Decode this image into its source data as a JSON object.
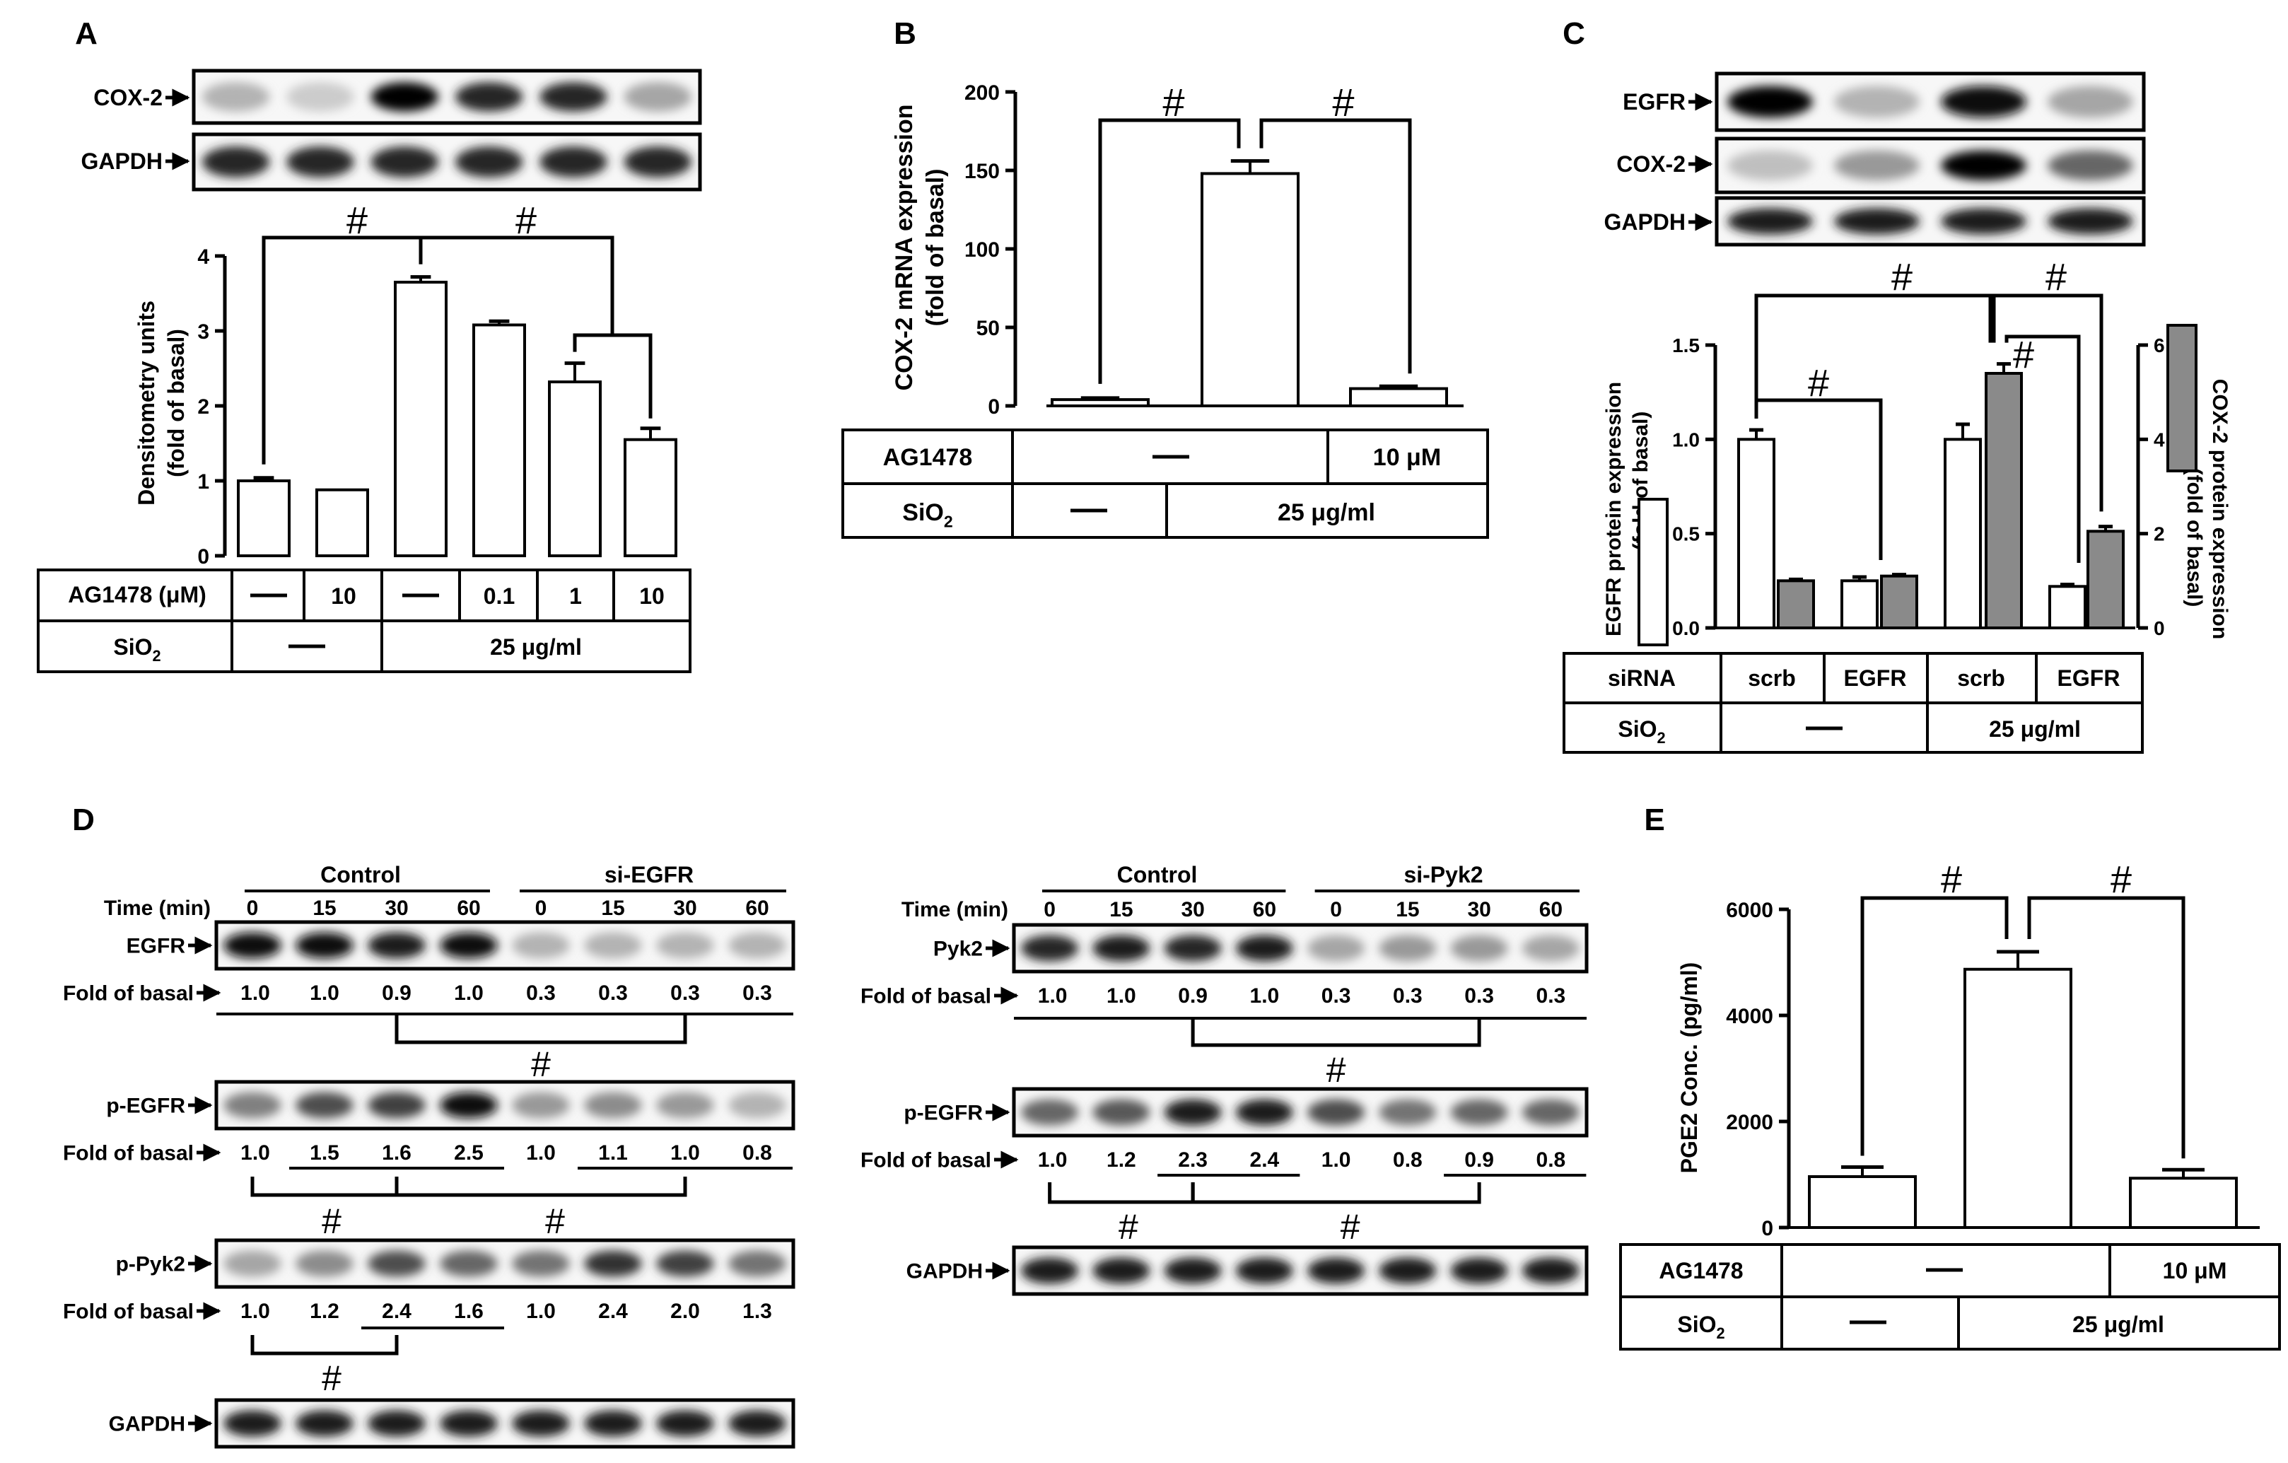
{
  "panels": {
    "A": {
      "label": "A",
      "blot_labels": [
        "COX-2",
        "GAPDH"
      ],
      "cox2_bands": [
        0.3,
        0.2,
        1.0,
        0.85,
        0.85,
        0.35
      ],
      "gapdh_bands": [
        0.85,
        0.85,
        0.85,
        0.85,
        0.85,
        0.85
      ],
      "table": {
        "row1_label": "AG1478 (μM)",
        "row1_values": [
          "—",
          "10",
          "—",
          "0.1",
          "1",
          "10"
        ],
        "row2_label": "SiO2",
        "row2_values": [
          "—",
          "25 μg/ml"
        ]
      },
      "sig": [
        "#",
        "#"
      ]
    },
    "B": {
      "label": "B",
      "table": {
        "row1_label": "AG1478",
        "row1_values": [
          "—",
          "10 μM"
        ],
        "row2_label": "SiO2",
        "row2_values": [
          "—",
          "25 μg/ml"
        ]
      },
      "sig": [
        "#",
        "#"
      ]
    },
    "C": {
      "label": "C",
      "blot_labels": [
        "EGFR",
        "COX-2",
        "GAPDH"
      ],
      "egfr_bands": [
        1.0,
        0.3,
        0.95,
        0.35
      ],
      "cox2_bands": [
        0.25,
        0.4,
        1.0,
        0.6
      ],
      "gapdh_bands": [
        0.9,
        0.9,
        0.9,
        0.9
      ],
      "table": {
        "row1_label": "siRNA",
        "row1_values": [
          "scrb",
          "EGFR",
          "scrb",
          "EGFR"
        ],
        "row2_label": "SiO2",
        "row2_values": [
          "—",
          "25 μg/ml"
        ]
      },
      "sig": [
        "#",
        "#",
        "#"
      ]
    },
    "D": {
      "label": "D",
      "left": {
        "groups": [
          "Control",
          "si-EGFR"
        ],
        "time_label": "Time (min)",
        "times": [
          "0",
          "15",
          "30",
          "60",
          "0",
          "15",
          "30",
          "60"
        ],
        "blots": [
          {
            "label": "EGFR",
            "bands": [
              0.95,
              0.95,
              0.9,
              0.95,
              0.3,
              0.3,
              0.3,
              0.3
            ],
            "fold_label": "Fold of basal",
            "fold": [
              "1.0",
              "1.0",
              "0.9",
              "1.0",
              "0.3",
              "0.3",
              "0.3",
              "0.3"
            ]
          },
          {
            "label": "p-EGFR",
            "bands": [
              0.5,
              0.7,
              0.75,
              0.95,
              0.4,
              0.45,
              0.4,
              0.3
            ],
            "fold_label": "Fold of basal",
            "fold": [
              "1.0",
              "1.5",
              "1.6",
              "2.5",
              "1.0",
              "1.1",
              "1.0",
              "0.8"
            ]
          },
          {
            "label": "p-Pyk2",
            "bands": [
              0.35,
              0.45,
              0.7,
              0.6,
              0.55,
              0.8,
              0.75,
              0.55
            ],
            "fold_label": "Fold of basal",
            "fold": [
              "1.0",
              "1.2",
              "2.4",
              "1.6",
              "1.0",
              "2.4",
              "2.0",
              "1.3"
            ]
          },
          {
            "label": "GAPDH",
            "bands": [
              0.9,
              0.9,
              0.9,
              0.9,
              0.9,
              0.9,
              0.9,
              0.9
            ]
          }
        ],
        "sig": [
          "#",
          "#",
          "#",
          "#"
        ]
      },
      "right": {
        "groups": [
          "Control",
          "si-Pyk2"
        ],
        "time_label": "Time (min)",
        "times": [
          "0",
          "15",
          "30",
          "60",
          "0",
          "15",
          "30",
          "60"
        ],
        "blots": [
          {
            "label": "Pyk2",
            "bands": [
              0.85,
              0.9,
              0.85,
              0.9,
              0.35,
              0.4,
              0.4,
              0.35
            ],
            "fold_label": "Fold of basal",
            "fold": [
              "1.0",
              "1.0",
              "0.9",
              "1.0",
              "0.3",
              "0.3",
              "0.3",
              "0.3"
            ]
          },
          {
            "label": "p-EGFR",
            "bands": [
              0.6,
              0.65,
              0.9,
              0.9,
              0.7,
              0.55,
              0.6,
              0.6
            ],
            "fold_label": "Fold of basal",
            "fold": [
              "1.0",
              "1.2",
              "2.3",
              "2.4",
              "1.0",
              "0.8",
              "0.9",
              "0.8"
            ]
          },
          {
            "label": "GAPDH",
            "bands": [
              0.9,
              0.9,
              0.9,
              0.9,
              0.9,
              0.9,
              0.9,
              0.9
            ]
          }
        ],
        "sig": [
          "#",
          "#",
          "#"
        ]
      }
    },
    "E": {
      "label": "E",
      "table": {
        "row1_label": "AG1478",
        "row1_values": [
          "—",
          "10 μM"
        ],
        "row2_label": "SiO2",
        "row2_values": [
          "—",
          "25 μg/ml"
        ]
      },
      "sig": [
        "#",
        "#"
      ]
    }
  },
  "chart_data": [
    {
      "panel": "A",
      "type": "bar",
      "categories": [
        "1",
        "2",
        "3",
        "4",
        "5",
        "6"
      ],
      "values": [
        1.0,
        0.88,
        3.65,
        3.08,
        2.32,
        1.55
      ],
      "errors": [
        0.04,
        0.0,
        0.07,
        0.05,
        0.25,
        0.15
      ],
      "ylabel": "Densitometry units (fold of basal)",
      "ylim": [
        0,
        4
      ],
      "yticks": [
        "0",
        "1",
        "2",
        "3",
        "4"
      ]
    },
    {
      "panel": "B",
      "type": "bar",
      "categories": [
        "1",
        "2",
        "3"
      ],
      "values": [
        4,
        148,
        11
      ],
      "errors": [
        1,
        8,
        1.5
      ],
      "ylabel": "COX-2 mRNA expression (fold of basal)",
      "ylim": [
        0,
        200
      ],
      "yticks": [
        "0",
        "50",
        "100",
        "150",
        "200"
      ]
    },
    {
      "panel": "C",
      "type": "bar",
      "categories": [
        "1",
        "2",
        "3",
        "4"
      ],
      "series": [
        {
          "values": [
            1.0,
            0.25,
            1.0,
            0.22
          ],
          "errors": [
            0.05,
            0.02,
            0.08,
            0.01
          ],
          "color": "#ffffff"
        },
        {
          "values": [
            1.0,
            1.1,
            5.4,
            2.05
          ],
          "errors": [
            0.03,
            0.03,
            0.2,
            0.1
          ],
          "color": "#808080"
        }
      ],
      "ylabel": "EGFR protein expression (fold of basal)",
      "ylabel_right": "COX-2 protein expression (fold of basal)",
      "ylim": [
        0,
        1.5
      ],
      "yticks": [
        "0.0",
        "0.5",
        "1.0",
        "1.5"
      ],
      "ylim_right": [
        0,
        6
      ],
      "yticks_right": [
        "0",
        "2",
        "4",
        "6"
      ]
    },
    {
      "panel": "E",
      "type": "bar",
      "categories": [
        "1",
        "2",
        "3"
      ],
      "values": [
        960,
        4870,
        930
      ],
      "errors": [
        180,
        330,
        160
      ],
      "ylabel": "PGE2 Conc. (pg/ml)",
      "ylim": [
        0,
        6000
      ],
      "yticks": [
        "0",
        "2000",
        "4000",
        "6000"
      ]
    }
  ]
}
